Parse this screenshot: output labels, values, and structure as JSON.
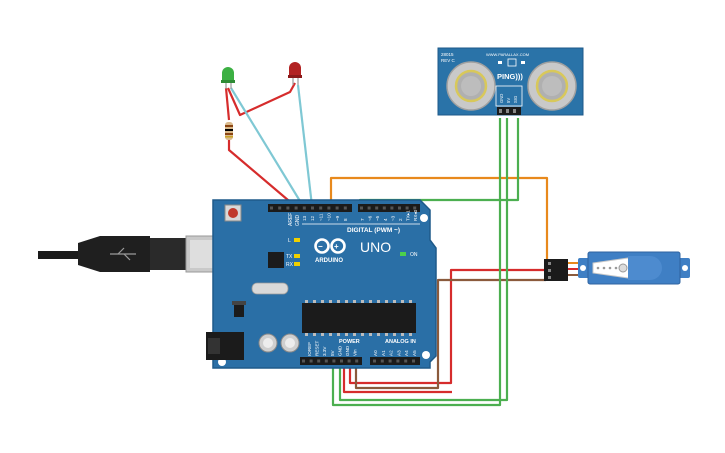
{
  "colors": {
    "board": "#2a6fa6",
    "board_edge": "#1e5a8a",
    "header": "#1b1b1b",
    "wire_red": "#d62c2c",
    "wire_green": "#4caf50",
    "wire_orange": "#e8891c",
    "wire_cyan": "#7fc8d4",
    "wire_brown": "#8b5a3c",
    "led_green": "#3cb043",
    "led_red": "#b22222",
    "sensor": "#2a73a8",
    "servo": "#3f7fc4"
  },
  "arduino": {
    "logo_text": "ARDUINO",
    "model": "UNO",
    "digital_label": "DIGITAL (PWM ~)",
    "analog_label": "ANALOG IN",
    "power_label": "POWER",
    "on_label": "ON",
    "l_label": "L",
    "tx_label": "TX",
    "rx_label": "RX",
    "aref_label": "AREF",
    "gnd_label": "GND",
    "digital_pins": [
      "13",
      "12",
      "~11",
      "~10",
      "~9",
      "8",
      "7",
      "~6",
      "~5",
      "4",
      "~3",
      "2",
      "TX▸1",
      "RX◂0"
    ],
    "analog_pins": [
      "A0",
      "A1",
      "A2",
      "A3",
      "A4",
      "A5"
    ],
    "power_pins": [
      "IOREF",
      "RESET",
      "3.3V",
      "5V",
      "GND",
      "GND",
      "Vin"
    ]
  },
  "sensor": {
    "model_line1": "28015",
    "model_line2": "REV C",
    "brand": "WWW.PARALLAX.COM",
    "name": "PING)))",
    "pins": [
      "GND",
      "5V",
      "SIG"
    ]
  },
  "usb": {
    "icon": "usb-plug-icon"
  }
}
